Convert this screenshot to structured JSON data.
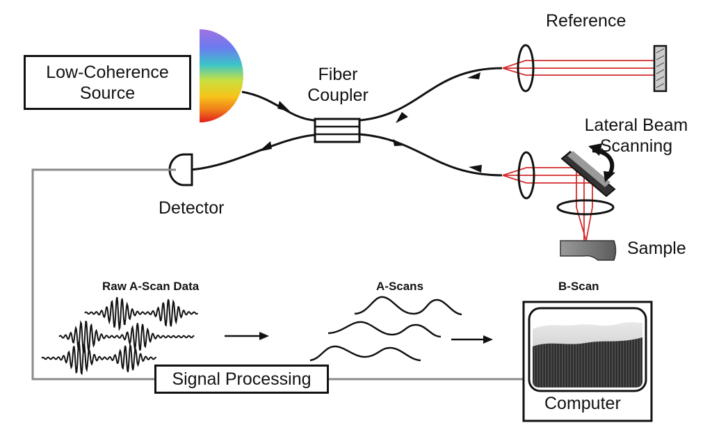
{
  "source": {
    "line1": "Low-Coherence",
    "line2": "Source"
  },
  "coupler": {
    "line1": "Fiber",
    "line2": "Coupler"
  },
  "reference": "Reference",
  "lateral_scanning": {
    "line1": "Lateral Beam",
    "line2": "Scanning"
  },
  "detector": "Detector",
  "sample": "Sample",
  "raw_ascan": "Raw A-Scan Data",
  "ascans": "A-Scans",
  "bscan": "B-Scan",
  "signal_processing": "Signal Processing",
  "computer": "Computer",
  "colors": {
    "beam": "#d42a2a",
    "line": "#111111",
    "gray": "#8a8a8a"
  }
}
